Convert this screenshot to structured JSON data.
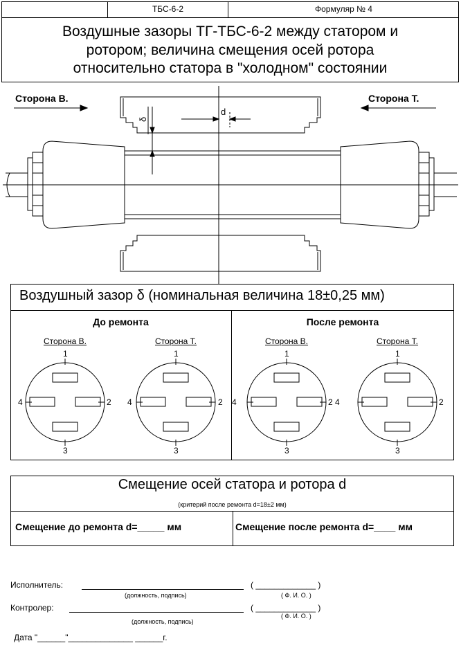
{
  "header": {
    "model": "ТБС-6-2",
    "form": "Формуляр № 4"
  },
  "title": {
    "line1": "Воздушные зазоры ТГ-ТБС-6-2 между статором и",
    "line2": "ротором; величина смещения осей ротора",
    "line3": "относительно статора в \"холодном\" состоянии"
  },
  "drawing": {
    "side_b": "Сторона В.",
    "side_t": "Сторона Т.",
    "delta_label": "δ",
    "d_label": "d"
  },
  "air_gap": {
    "title_prefix": "Воздушный зазор",
    "title_symbol": "δ",
    "title_suffix": "(номинальная величина 18±0,25 мм)",
    "before": {
      "heading": "До ремонта",
      "side_b": "Сторона В.",
      "side_t": "Сторона Т."
    },
    "after": {
      "heading": "После ремонта",
      "side_b": "Сторона В.",
      "side_t": "Сторона Т."
    },
    "points": {
      "top": "1",
      "right": "2",
      "bottom": "3",
      "left": "4"
    }
  },
  "offset": {
    "title": "Смещение осей статора и ротора  d",
    "criterion": "(критерий после ремонта d=18±2 мм)",
    "before_label": "Смещение до ремонта  d=_____ мм",
    "after_label": "Смещение после ремонта  d=____ мм"
  },
  "signatures": {
    "executor_label": "Исполнитель:",
    "executor_hint": "(должность, подпись)",
    "executor_fio": "( _____________ )",
    "fio_hint": "( Ф. И. О. )",
    "controller_label": "Контролер:",
    "controller_hint": "(должность, подпись)",
    "controller_fio": "( _____________ )",
    "controller_fio_hint": "( Ф. И. О. )",
    "date_line": "Дата \"______\"______________  ______г."
  }
}
